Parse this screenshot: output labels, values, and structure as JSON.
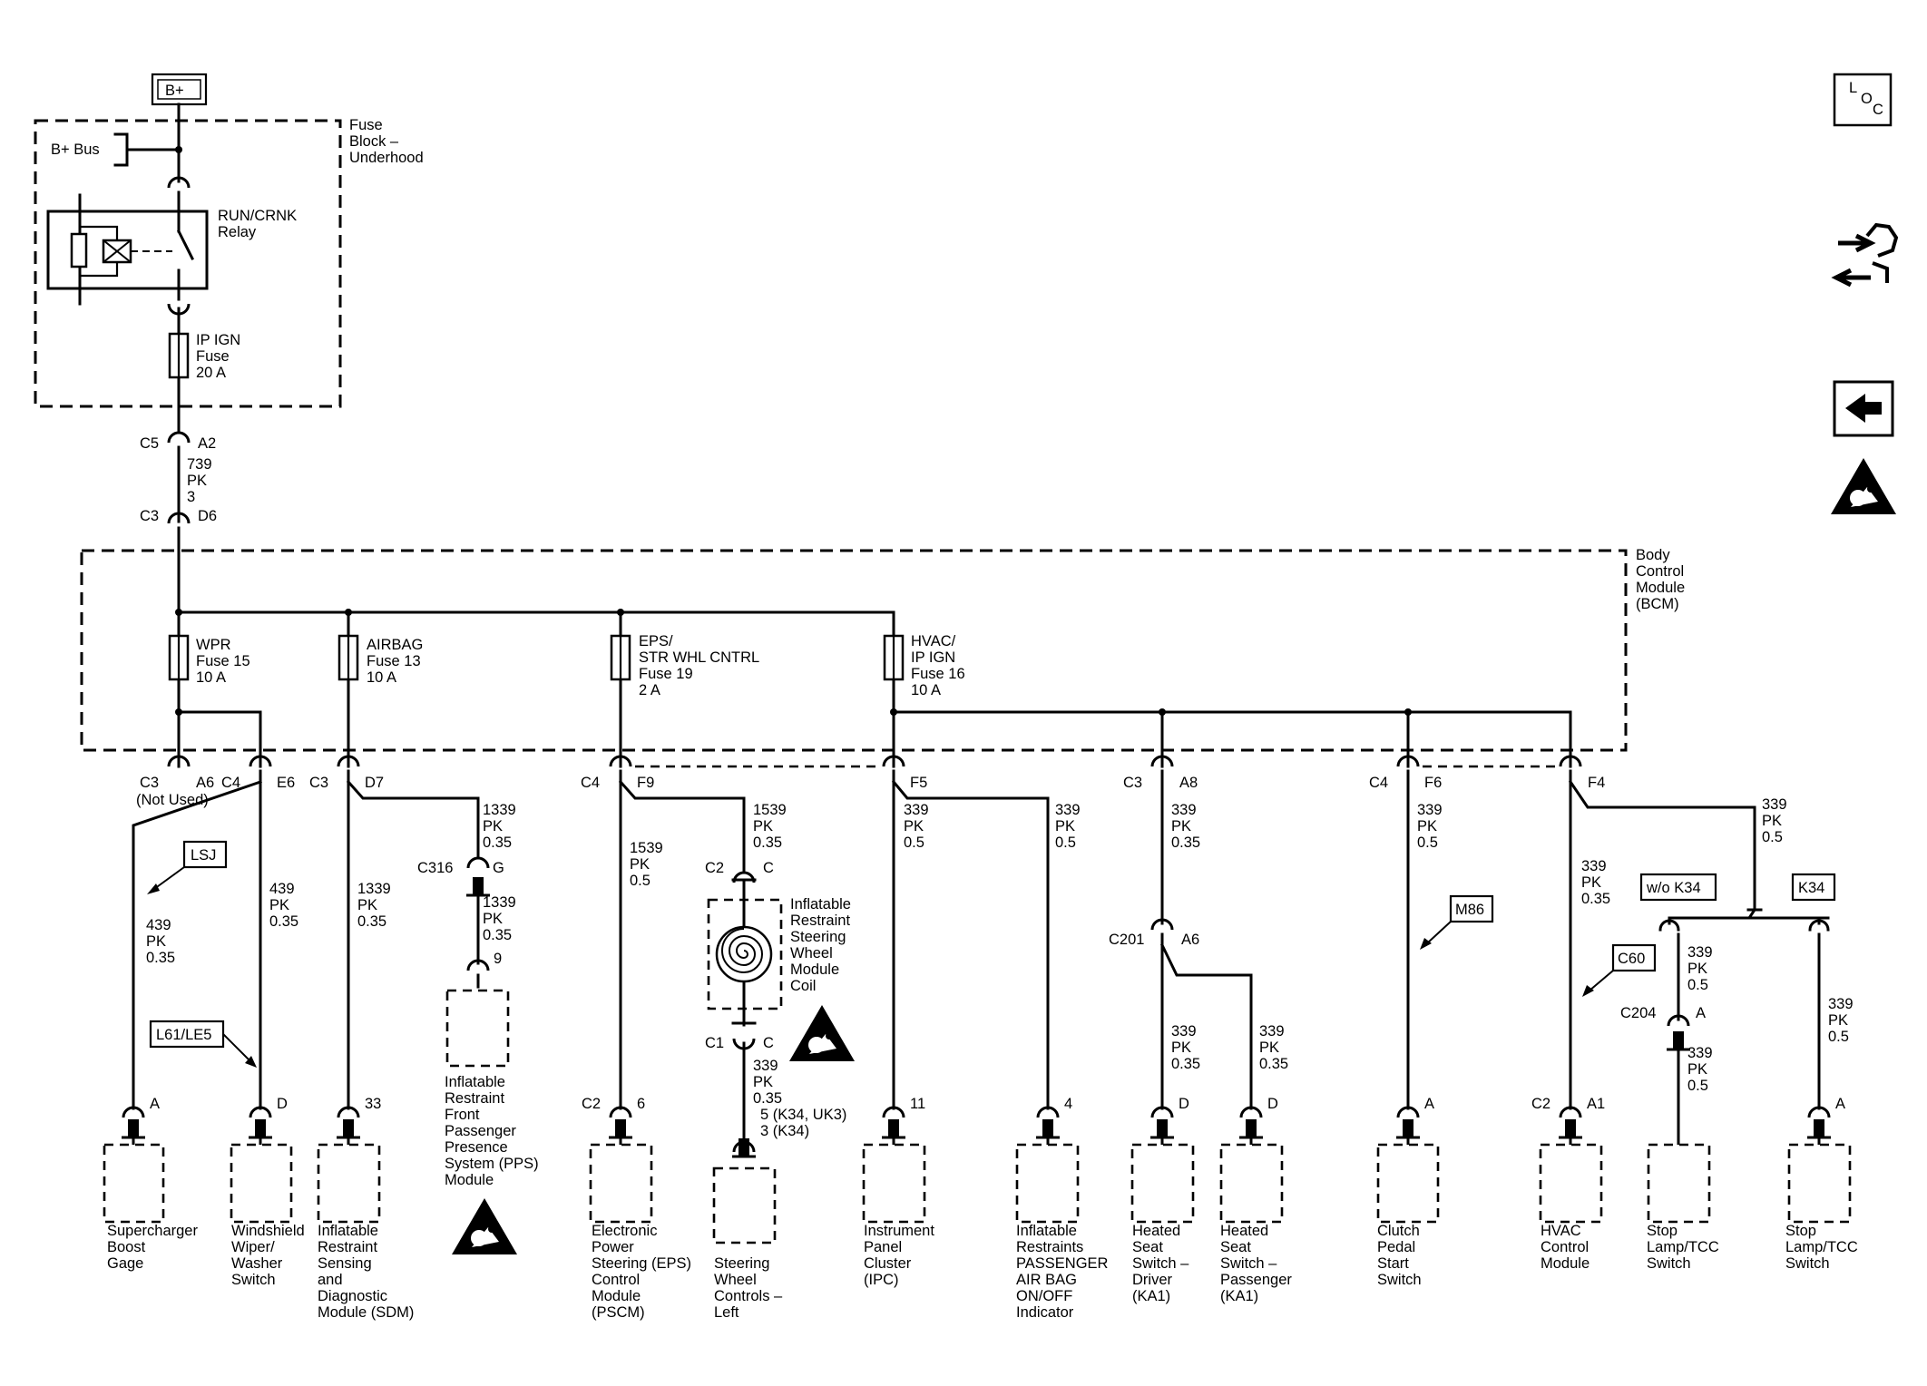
{
  "power": {
    "b_plus": "B+",
    "b_plus_bus": "B+ Bus"
  },
  "fuse_block": {
    "l1": "Fuse",
    "l2": "Block –",
    "l3": "Underhood"
  },
  "relay": {
    "l1": "RUN/CRNK",
    "l2": "Relay"
  },
  "ip_fuse": {
    "l1": "IP IGN",
    "l2": "Fuse",
    "l3": "20 A"
  },
  "feed": {
    "c5": "C5",
    "a2": "A2",
    "circuit": "739",
    "color": "PK",
    "gauge": "3",
    "c3": "C3",
    "d6": "D6"
  },
  "bcm": {
    "l1": "Body",
    "l2": "Control",
    "l3": "Module",
    "l4": "(BCM)"
  },
  "fuses": {
    "wpr": {
      "l1": "WPR",
      "l2": "Fuse 15",
      "l3": "10 A"
    },
    "airbag": {
      "l1": "AIRBAG",
      "l2": "Fuse 13",
      "l3": "10 A"
    },
    "eps": {
      "l1": "EPS/",
      "l2": "STR WHL CNTRL",
      "l3": "Fuse 19",
      "l4": "2 A"
    },
    "hvac": {
      "l1": "HVAC/",
      "l2": "IP IGN",
      "l3": "Fuse 16",
      "l4": "10 A"
    }
  },
  "bcm_pins": {
    "p1_conn": "C3",
    "p1_pin": "A6",
    "p1_note": "(Not Used)",
    "p2_conn": "C4",
    "p2_pin": "E6",
    "p3_conn": "C3",
    "p3_pin": "D7",
    "p4_conn": "C4",
    "p4_pin": "F9",
    "p5_pin": "F5",
    "p6_conn": "C3",
    "p6_pin": "A8",
    "p7_conn": "C4",
    "p7_pin": "F6",
    "p8_pin": "F4"
  },
  "wires": {
    "w439a": {
      "n": "439",
      "c": "PK",
      "g": "0.35"
    },
    "w439b": {
      "n": "439",
      "c": "PK",
      "g": "0.35"
    },
    "w1339a": {
      "n": "1339",
      "c": "PK",
      "g": "0.35"
    },
    "w1339b": {
      "n": "1339",
      "c": "PK",
      "g": "0.35"
    },
    "w1339c": {
      "n": "1339",
      "c": "PK",
      "g": "0.35"
    },
    "w1539a": {
      "n": "1539",
      "c": "PK",
      "g": "0.5"
    },
    "w1539b": {
      "n": "1539",
      "c": "PK",
      "g": "0.35"
    },
    "w339coil": {
      "n": "339",
      "c": "PK",
      "g": "0.35"
    },
    "w339f5": {
      "n": "339",
      "c": "PK",
      "g": "0.5"
    },
    "w339ind": {
      "n": "339",
      "c": "PK",
      "g": "0.5"
    },
    "w339a8": {
      "n": "339",
      "c": "PK",
      "g": "0.35"
    },
    "w339hd": {
      "n": "339",
      "c": "PK",
      "g": "0.35"
    },
    "w339hp": {
      "n": "339",
      "c": "PK",
      "g": "0.35"
    },
    "w339f6": {
      "n": "339",
      "c": "PK",
      "g": "0.5"
    },
    "w339f4": {
      "n": "339",
      "c": "PK",
      "g": "0.5"
    },
    "w339hvac": {
      "n": "339",
      "c": "PK",
      "g": "0.35"
    },
    "w339s1a": {
      "n": "339",
      "c": "PK",
      "g": "0.5"
    },
    "w339s1b": {
      "n": "339",
      "c": "PK",
      "g": "0.5"
    },
    "w339s2": {
      "n": "339",
      "c": "PK",
      "g": "0.5"
    }
  },
  "options": {
    "lsj": "LSJ",
    "l61": "L61/LE5",
    "m86": "M86",
    "c60": "C60",
    "wo_k34": "w/o K34",
    "k34": "K34"
  },
  "connectors": {
    "c316": "C316",
    "c316_pin": "G",
    "pps_pin": "9",
    "c2_coil": "C2",
    "c2_coil_pin": "C",
    "c1_coil": "C1",
    "c1_coil_pin": "C",
    "swc_pin1": "5 (K34, UK3)",
    "swc_pin2": "3 (K34)",
    "c201": "C201",
    "c201_pin": "A6",
    "c204": "C204",
    "c204_pin": "A"
  },
  "coil": {
    "l1": "Inflatable",
    "l2": "Restraint",
    "l3": "Steering",
    "l4": "Wheel",
    "l5": "Module",
    "l6": "Coil"
  },
  "components": [
    {
      "pin": "A",
      "conn": "",
      "lines": [
        "Supercharger",
        "Boost",
        "Gage"
      ]
    },
    {
      "pin": "D",
      "conn": "",
      "lines": [
        "Windshield",
        "Wiper/",
        "Washer",
        "Switch"
      ]
    },
    {
      "pin": "33",
      "conn": "",
      "lines": [
        "Inflatable",
        "Restraint",
        "Sensing",
        "and",
        "Diagnostic",
        "Module (SDM)"
      ]
    },
    {
      "pin": "6",
      "conn": "C2",
      "lines": [
        "Electronic",
        "Power",
        "Steering (EPS)",
        "Control",
        "Module",
        "(PSCM)"
      ]
    },
    {
      "pin": "",
      "conn": "",
      "lines": [
        "Steering",
        "Wheel",
        "Controls –",
        "Left"
      ]
    },
    {
      "pin": "11",
      "conn": "",
      "lines": [
        "Instrument",
        "Panel",
        "Cluster",
        "(IPC)"
      ]
    },
    {
      "pin": "4",
      "conn": "",
      "lines": [
        "Inflatable",
        "Restraints",
        "PASSENGER",
        "AIR BAG",
        "ON/OFF",
        "Indicator"
      ]
    },
    {
      "pin": "D",
      "conn": "",
      "lines": [
        "Heated",
        "Seat",
        "Switch –",
        "Driver",
        "(KA1)"
      ]
    },
    {
      "pin": "D",
      "conn": "",
      "lines": [
        "Heated",
        "Seat",
        "Switch –",
        "Passenger",
        "(KA1)"
      ]
    },
    {
      "pin": "A",
      "conn": "",
      "lines": [
        "Clutch",
        "Pedal",
        "Start",
        "Switch"
      ]
    },
    {
      "pin": "A1",
      "conn": "C2",
      "lines": [
        "HVAC",
        "Control",
        "Module"
      ]
    },
    {
      "pin": "",
      "conn": "",
      "lines": [
        "Stop",
        "Lamp/TCC",
        "Switch"
      ]
    },
    {
      "pin": "A",
      "conn": "",
      "lines": [
        "Stop",
        "Lamp/TCC",
        "Switch"
      ]
    }
  ],
  "pps": {
    "lines": [
      "Inflatable",
      "Restraint",
      "Front",
      "Passenger",
      "Presence",
      "System (PPS)",
      "Module"
    ]
  },
  "nav": {
    "loc_l": "L",
    "loc_o": "O",
    "loc_c": "C"
  }
}
